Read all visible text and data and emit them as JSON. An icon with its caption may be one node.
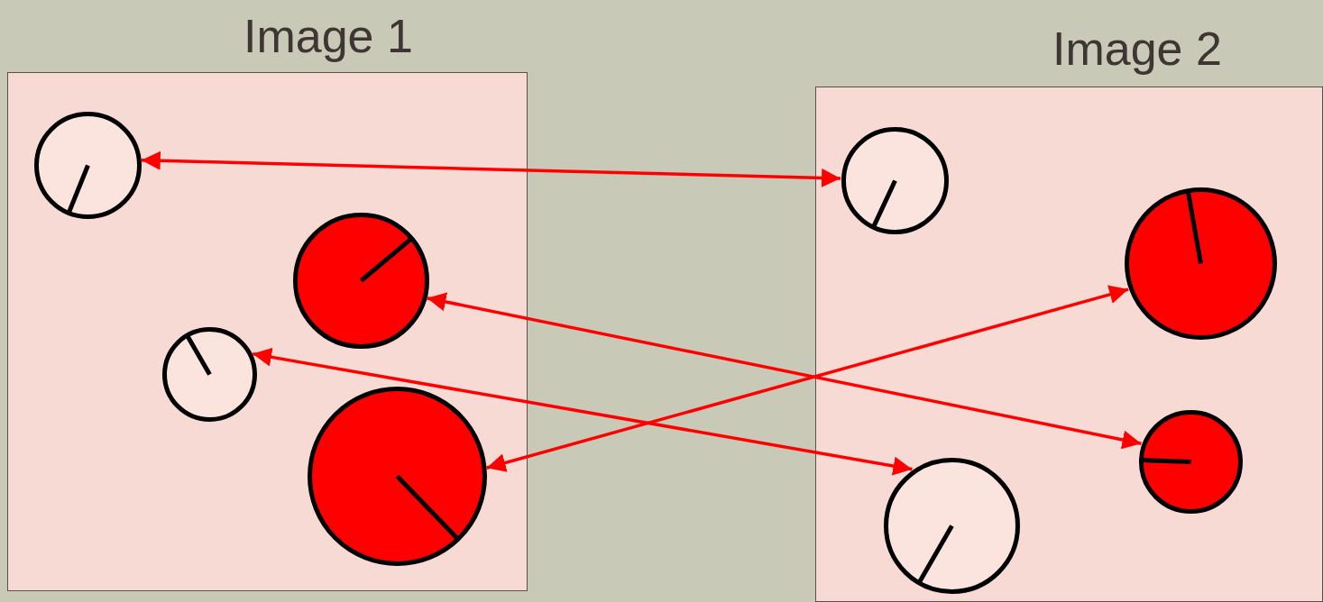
{
  "diagram": {
    "nodes": [
      {
        "text": [
          "Image 1"
        ]
      },
      {
        "text": [],
        "shape": "circle",
        "in": 0
      },
      {
        "text": [],
        "shape": "circle",
        "in": 0
      },
      {
        "text": [],
        "shape": "circle",
        "in": 0
      },
      {
        "text": [],
        "shape": "circle",
        "in": 0
      },
      {
        "text": [
          "Image 2"
        ]
      },
      {
        "text": [],
        "shape": "circle",
        "in": 5
      },
      {
        "text": [],
        "shape": "circle",
        "in": 5
      },
      {
        "text": [],
        "shape": "circle",
        "in": 5
      },
      {
        "text": [],
        "shape": "circle",
        "in": 5
      }
    ],
    "edges": [
      {
        "from": 1,
        "to": 6,
        "arrow": "both"
      },
      {
        "from": 2,
        "to": 8,
        "arrow": "both"
      },
      {
        "from": 4,
        "to": 7,
        "arrow": "both"
      },
      {
        "from": 3,
        "to": 9,
        "arrow": "both"
      }
    ]
  }
}
